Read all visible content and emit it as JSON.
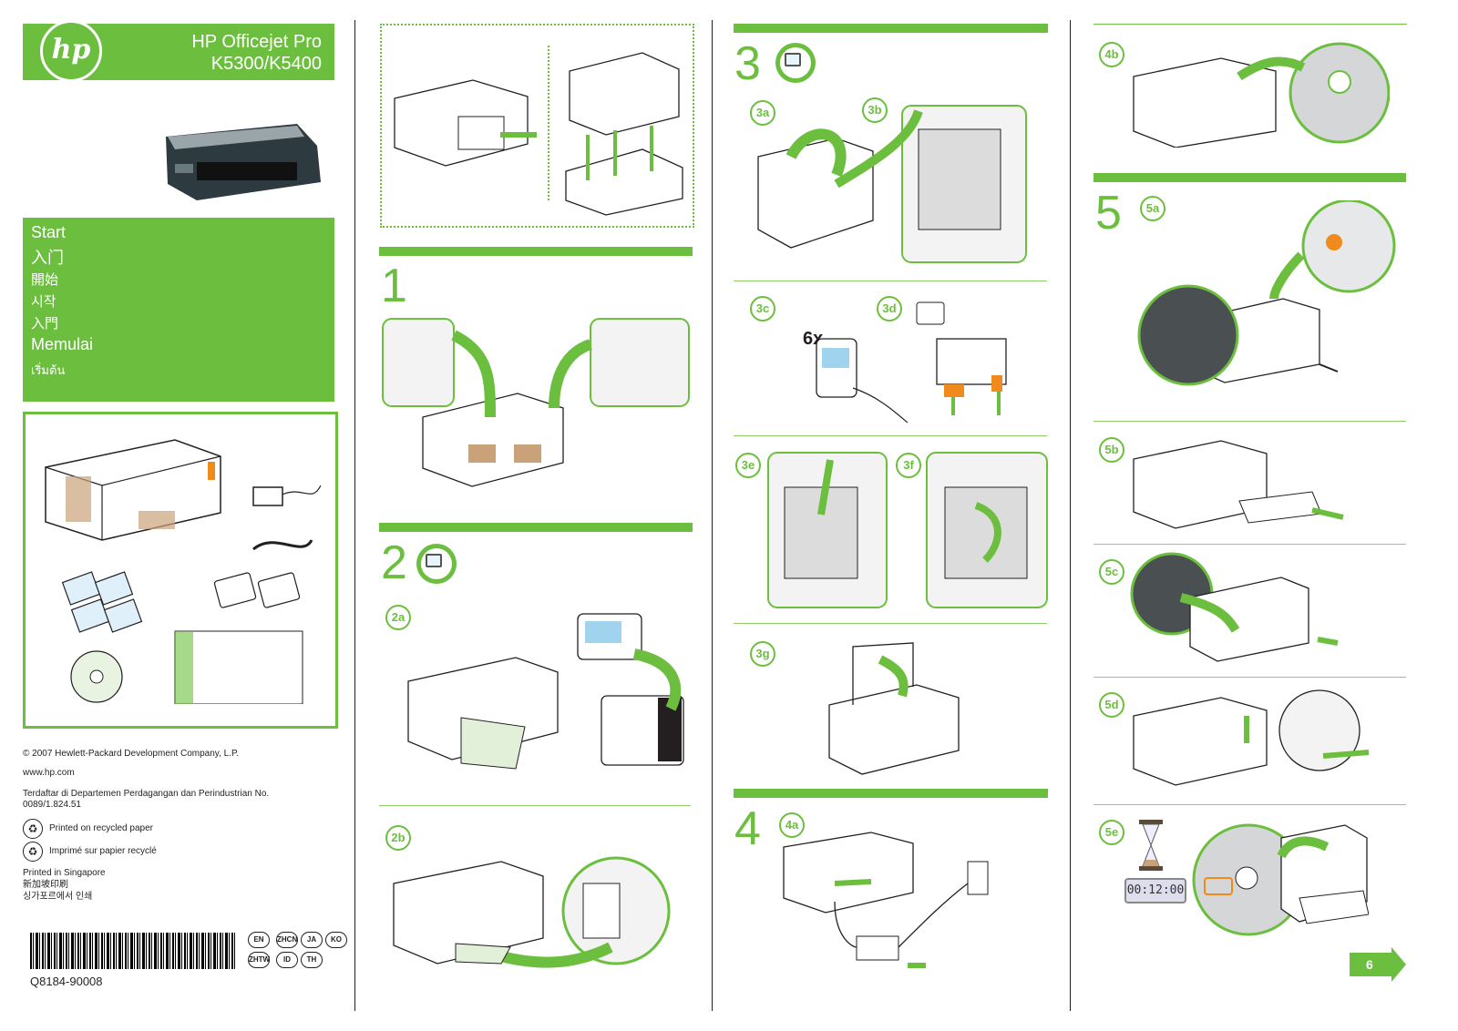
{
  "header": {
    "logo_text": "hp",
    "product_line1": "HP Officejet Pro",
    "product_line2": "K5300/K5400"
  },
  "start_titles": [
    "Start",
    "入门",
    "開始",
    "시작",
    "入門",
    "Memulai",
    "เริ่มต้น"
  ],
  "footer": {
    "copyright": "© 2007 Hewlett-Packard Development Company, L.P.",
    "website": "www.hp.com",
    "registration_line1": "Terdaftar di Departemen Perdagangan dan Perindustrian No.",
    "registration_line2": "0089/1.824.51",
    "recycled_en": "Printed on recycled paper",
    "recycled_fr": "Imprimé sur papier recyclé",
    "printed_line1": "Printed in Singapore",
    "printed_line2": "新加坡印刷",
    "printed_line3": "싱가포르에서 인쇄",
    "part_number": "Q8184-90008",
    "languages": [
      "EN",
      "ZHCN",
      "JA",
      "KO",
      "ZHTW",
      "ID",
      "TH"
    ]
  },
  "steps": {
    "s1": "1",
    "s2": "2",
    "s3": "3",
    "s4": "4",
    "s5": "5"
  },
  "substeps": {
    "a2": "2a",
    "b2": "2b",
    "a3": "3a",
    "b3": "3b",
    "c3": "3c",
    "d3": "3d",
    "e3": "3e",
    "f3": "3f",
    "g3": "3g",
    "a4": "4a",
    "b4": "4b",
    "a5": "5a",
    "b5": "5b",
    "c5": "5c",
    "d5": "5d",
    "e5": "5e"
  },
  "shake_label": "6x",
  "timer_display": "00:12:00",
  "page_number": "6",
  "colors": {
    "accent": "#6cbf3e",
    "text": "#231f20"
  }
}
